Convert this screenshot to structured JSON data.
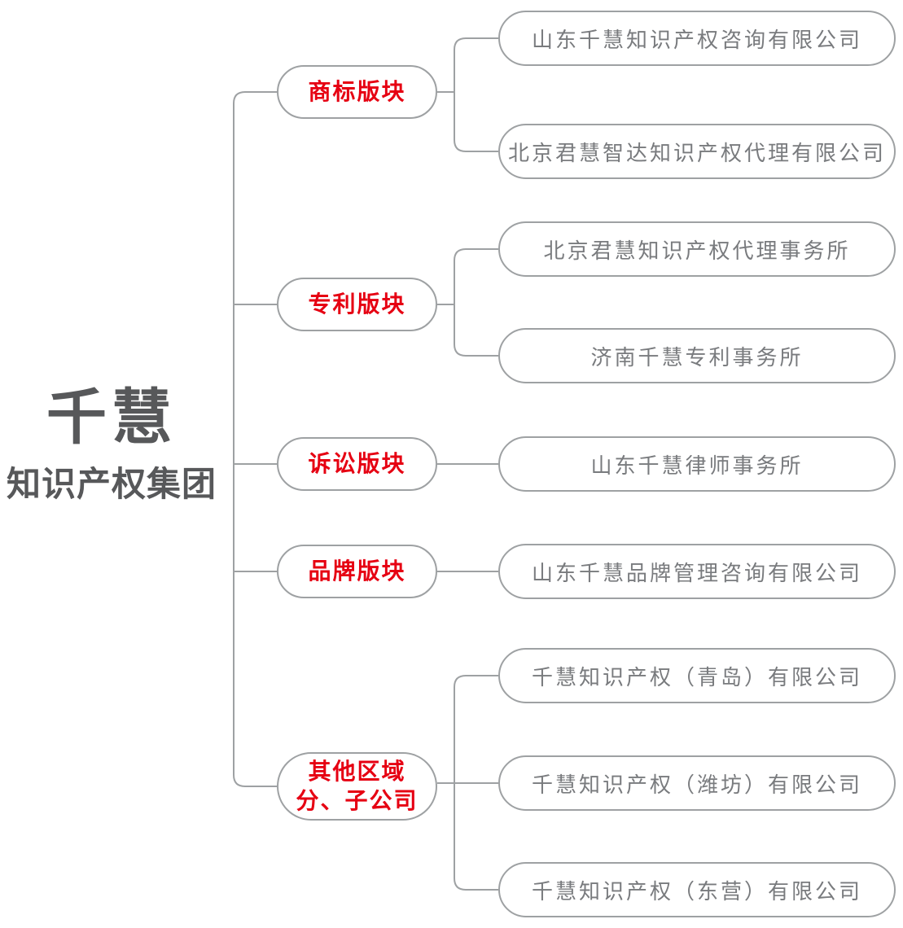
{
  "root": {
    "title": "千慧",
    "subtitle": "知识产权集团"
  },
  "colors": {
    "accent_red": "#e60012",
    "root_text_gray": "#57585a",
    "leaf_text_gray": "#797b7e",
    "line_gray": "#9ea1a3"
  },
  "branches": [
    {
      "id": "trademark",
      "label": "商标版块",
      "children": [
        "山东千慧知识产权咨询有限公司",
        "北京君慧智达知识产权代理有限公司"
      ]
    },
    {
      "id": "patent",
      "label": "专利版块",
      "children": [
        "北京君慧知识产权代理事务所",
        "济南千慧专利事务所"
      ]
    },
    {
      "id": "litigation",
      "label": "诉讼版块",
      "children": [
        "山东千慧律师事务所"
      ]
    },
    {
      "id": "brand",
      "label": "品牌版块",
      "children": [
        "山东千慧品牌管理咨询有限公司"
      ]
    },
    {
      "id": "other-regions",
      "label": "其他区域\n分、子公司",
      "children": [
        "千慧知识产权（青岛）有限公司",
        "千慧知识产权（潍坊）有限公司",
        "千慧知识产权（东营）有限公司"
      ]
    }
  ]
}
